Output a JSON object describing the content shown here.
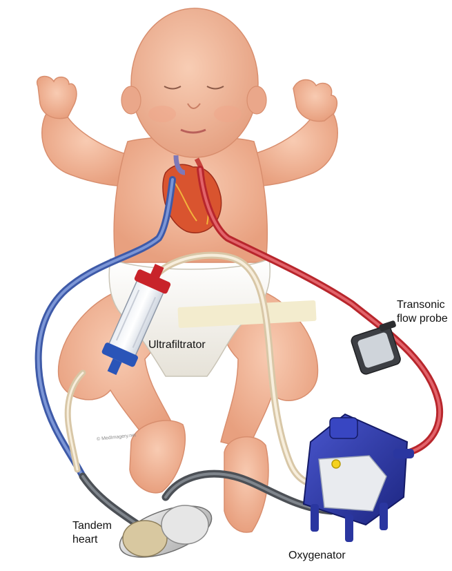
{
  "labels": {
    "transonic_line1": "Transonic",
    "transonic_line2": "flow probe",
    "ultrafiltrator": "Ultrafiltrator",
    "tandem_line1": "Tandem",
    "tandem_line2": "heart",
    "oxygenator": "Oxygenator"
  },
  "watermark": "© MedImagery.net",
  "colors": {
    "skin": "#f3b79a",
    "skin_shadow": "#e39a7c",
    "diaper": "#f4f1e8",
    "venous_tube": "#5a78c0",
    "arterial_tube": "#c8343a",
    "return_tube": "#e4d6bd",
    "pump_tube": "#555a60",
    "oxygenator_body": "#2d3aa8",
    "heart": "#d9542f"
  }
}
